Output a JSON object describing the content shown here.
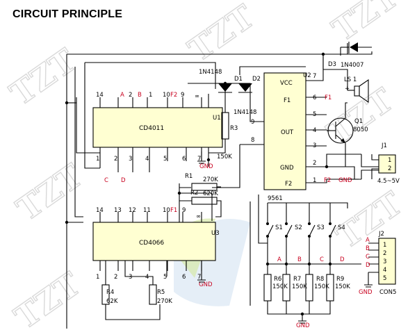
{
  "title": "CIRCUIT PRINCIPLE",
  "watermark": "TZT",
  "u1": {
    "name": "CD4011",
    "ref": "U1",
    "top_pins": [
      "14",
      "A",
      "2",
      "B",
      "1",
      "10",
      "F2",
      "9",
      "∞"
    ],
    "bottom_pins": [
      "1",
      "2",
      "3",
      "4",
      "5",
      "6",
      "7"
    ],
    "below": [
      "C",
      "D"
    ]
  },
  "u3": {
    "name": "CD4066",
    "ref": "U3",
    "top_pins": [
      "14",
      "13",
      "12",
      "11",
      "10",
      "F1",
      "9",
      "∞"
    ],
    "bottom_pins": [
      "1",
      "2",
      "3",
      "4",
      "5",
      "6",
      "7"
    ]
  },
  "u2": {
    "ref": "U2",
    "name": "9561",
    "pins_left": [
      "9",
      "8"
    ],
    "pins_right": [
      "7",
      "6",
      "F1",
      "5",
      "4",
      "3",
      "2",
      "1",
      "F2"
    ],
    "labels": [
      "VCC",
      "F1",
      "OUT",
      "GND",
      "F2"
    ]
  },
  "diodes": {
    "d1": "D1",
    "d2": "D2",
    "part": "1N4148",
    "part2": "1N4148",
    "d3": "D3",
    "d3part": "1N4007"
  },
  "ls1": "LS 1",
  "q1": {
    "ref": "Q1",
    "part": "8050",
    "plus": "+"
  },
  "r3": {
    "ref": "R3",
    "val": "150K"
  },
  "r1": {
    "ref": "R1",
    "val": "270K"
  },
  "r2": {
    "ref": "R2",
    "val": "620K"
  },
  "r4": {
    "ref": "R4",
    "val": "62K"
  },
  "r5": {
    "ref": "R5",
    "val": "270K"
  },
  "rbank": [
    {
      "ref": "R6",
      "val": "150K"
    },
    {
      "ref": "R7",
      "val": "150K"
    },
    {
      "ref": "R8",
      "val": "150K"
    },
    {
      "ref": "R9",
      "val": "150K"
    }
  ],
  "switches": [
    "S1",
    "S2",
    "S3",
    "S4"
  ],
  "abcd": [
    "A",
    "B",
    "C",
    "D"
  ],
  "j1": {
    "ref": "J1",
    "pins": [
      "1",
      "2"
    ],
    "voltage": "4.5~5V"
  },
  "j2": {
    "ref": "J2",
    "pins": [
      "1",
      "2",
      "3",
      "4",
      "5"
    ],
    "labels": [
      "A",
      "B",
      "C",
      "D"
    ],
    "name": "CON5"
  },
  "gnd": "GND"
}
